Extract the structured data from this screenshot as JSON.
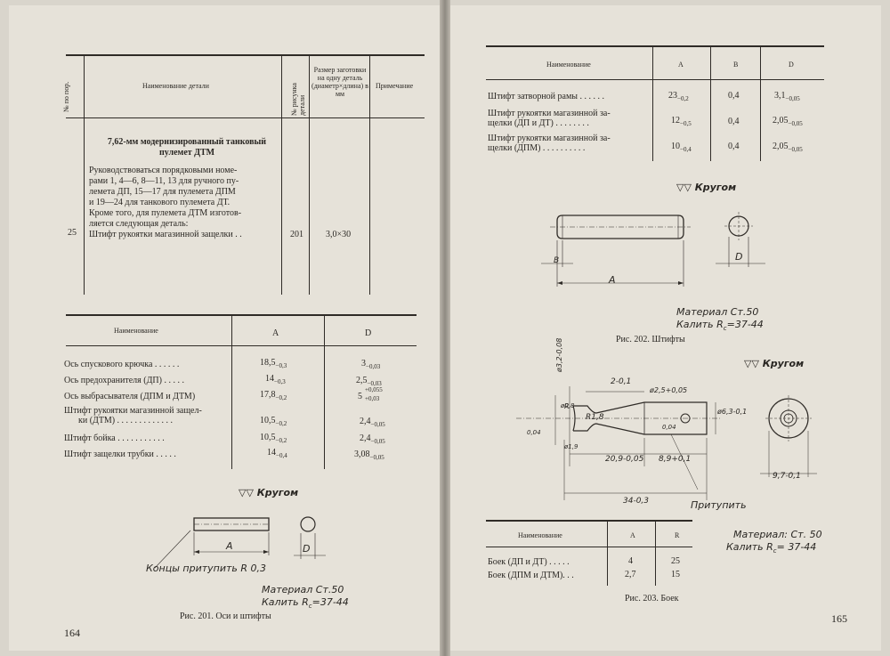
{
  "left_page": {
    "top_table": {
      "headers": {
        "no": "№ по пор.",
        "name": "Наименование детали",
        "fig": "№ рисунка детали",
        "size": "Размер заготовки на одну деталь (диаметр×длина) в мм",
        "note": "Примечание"
      },
      "section_title_1": "7,62-мм модернизированный танковый",
      "section_title_2": "пулемет ДТМ",
      "para_lines": [
        "Руководствоваться порядковыми номе-",
        "рами 1, 4—6, 8—11, 13 для ручного пу-",
        "лемета ДП, 15—17 для пулемета ДПМ",
        "и 19—24 для танкового пулемета ДТ.",
        "Кроме того, для пулемета ДТМ изготов-",
        "ляется следующая деталь:"
      ],
      "row": {
        "no": "25",
        "name": "Штифт рукоятки магазинной защелки  . .",
        "fig": "201",
        "size": "3,0×30"
      }
    },
    "dim_table": {
      "headers": {
        "name": "Наименование",
        "a": "A",
        "d": "D"
      },
      "rows": [
        {
          "name": "Ось спускового крючка  . . . . . .",
          "a": "18,5",
          "a_tol": "−0,3",
          "d": "3",
          "d_tol": "−0,03"
        },
        {
          "name": "Ось предохранителя (ДП)  . . . . .",
          "a": "14",
          "a_tol": "−0,3",
          "d": "2,5",
          "d_tol": "−0,03"
        },
        {
          "name": "Ось выбрасывателя (ДПМ и ДТМ)",
          "a": "17,8",
          "a_tol": "−0,2",
          "d": "5",
          "d_tol_up": "+0,055",
          "d_tol_dn": "+0,03"
        },
        {
          "name": "Штифт рукоятки магазинной защел-",
          "name2": "ки (ДТМ)  . . . . . . . . . . . . .",
          "a": "10,5",
          "a_tol": "−0,2",
          "d": "2,4",
          "d_tol": "−0,05"
        },
        {
          "name": "Штифт бойка  . . . . . . . . . . .",
          "a": "10,5",
          "a_tol": "−0,2",
          "d": "2,4",
          "d_tol": "−0,05"
        },
        {
          "name": "Штифт защелки трубки  . . . . .",
          "a": "14",
          "a_tol": "−0,4",
          "d": "3,08",
          "d_tol": "−0,05"
        }
      ]
    },
    "drawing": {
      "finish": "▽▽ Кругом",
      "dim_a": "A",
      "dim_d": "D",
      "note": "Концы притупить R 0,3",
      "material": "Материал Ст.50",
      "hardening": "Калить R",
      "hardening_sub": "c",
      "hardening_val": "=37-44"
    },
    "caption": "Рис. 201. Оси и штифты",
    "page_number": "164"
  },
  "right_page": {
    "dim_table": {
      "headers": {
        "name": "Наименование",
        "a": "A",
        "b": "B",
        "d": "D"
      },
      "rows": [
        {
          "name": "Штифт затворной рамы  . . . . . .",
          "a": "23",
          "a_tol": "−0,2",
          "b": "0,4",
          "d": "3,1",
          "d_tol": "−0,05"
        },
        {
          "name": "Штифт рукоятки магазинной за-",
          "name2": "щелки (ДП и ДТ)  . . . . . . . .",
          "a": "12",
          "a_tol": "−0,5",
          "b": "0,4",
          "d": "2,05",
          "d_tol": "−0,05"
        },
        {
          "name": "Штифт рукоятки магазинной за-",
          "name2": "щелки (ДПМ)  . . . . . . . . . .",
          "a": "10",
          "a_tol": "−0,4",
          "b": "0,4",
          "d": "2,05",
          "d_tol": "−0,05"
        }
      ]
    },
    "drawing1": {
      "finish": "▽▽ Кругом",
      "dim_b": "B",
      "dim_a": "A",
      "dim_d": "D",
      "material": "Материал Ст.50",
      "hardening": "Калить R",
      "hardening_sub": "c",
      "hardening_val": "=37-44"
    },
    "caption1": "Рис. 202. Штифты",
    "drawing2": {
      "finish": "▽▽ Кругом",
      "dims": [
        "ø3,2-0,08",
        "2-0,1",
        "ø2,5+0,05",
        "R1,8",
        "R",
        "ø6,3-0,1",
        "20,9-0,05",
        "8,9+0,1",
        "34-0,3",
        "9,7-0,1",
        "0,04",
        "0,04",
        "ø0,8",
        "ø1,9"
      ],
      "note": "Притупить",
      "material": "Материал: Ст. 50",
      "hardening": "Калить R",
      "hardening_sub": "c",
      "hardening_val": "= 37-44"
    },
    "small_table": {
      "headers": {
        "name": "Наименование",
        "a": "A",
        "r": "R"
      },
      "rows": [
        {
          "name": "Боек (ДП и ДТ)  . . . . .",
          "a": "4",
          "r": "25"
        },
        {
          "name": "Боек (ДПМ и ДТМ). . .",
          "a": "2,7",
          "r": "15"
        }
      ]
    },
    "caption2": "Рис. 203. Боек",
    "page_number": "165"
  }
}
